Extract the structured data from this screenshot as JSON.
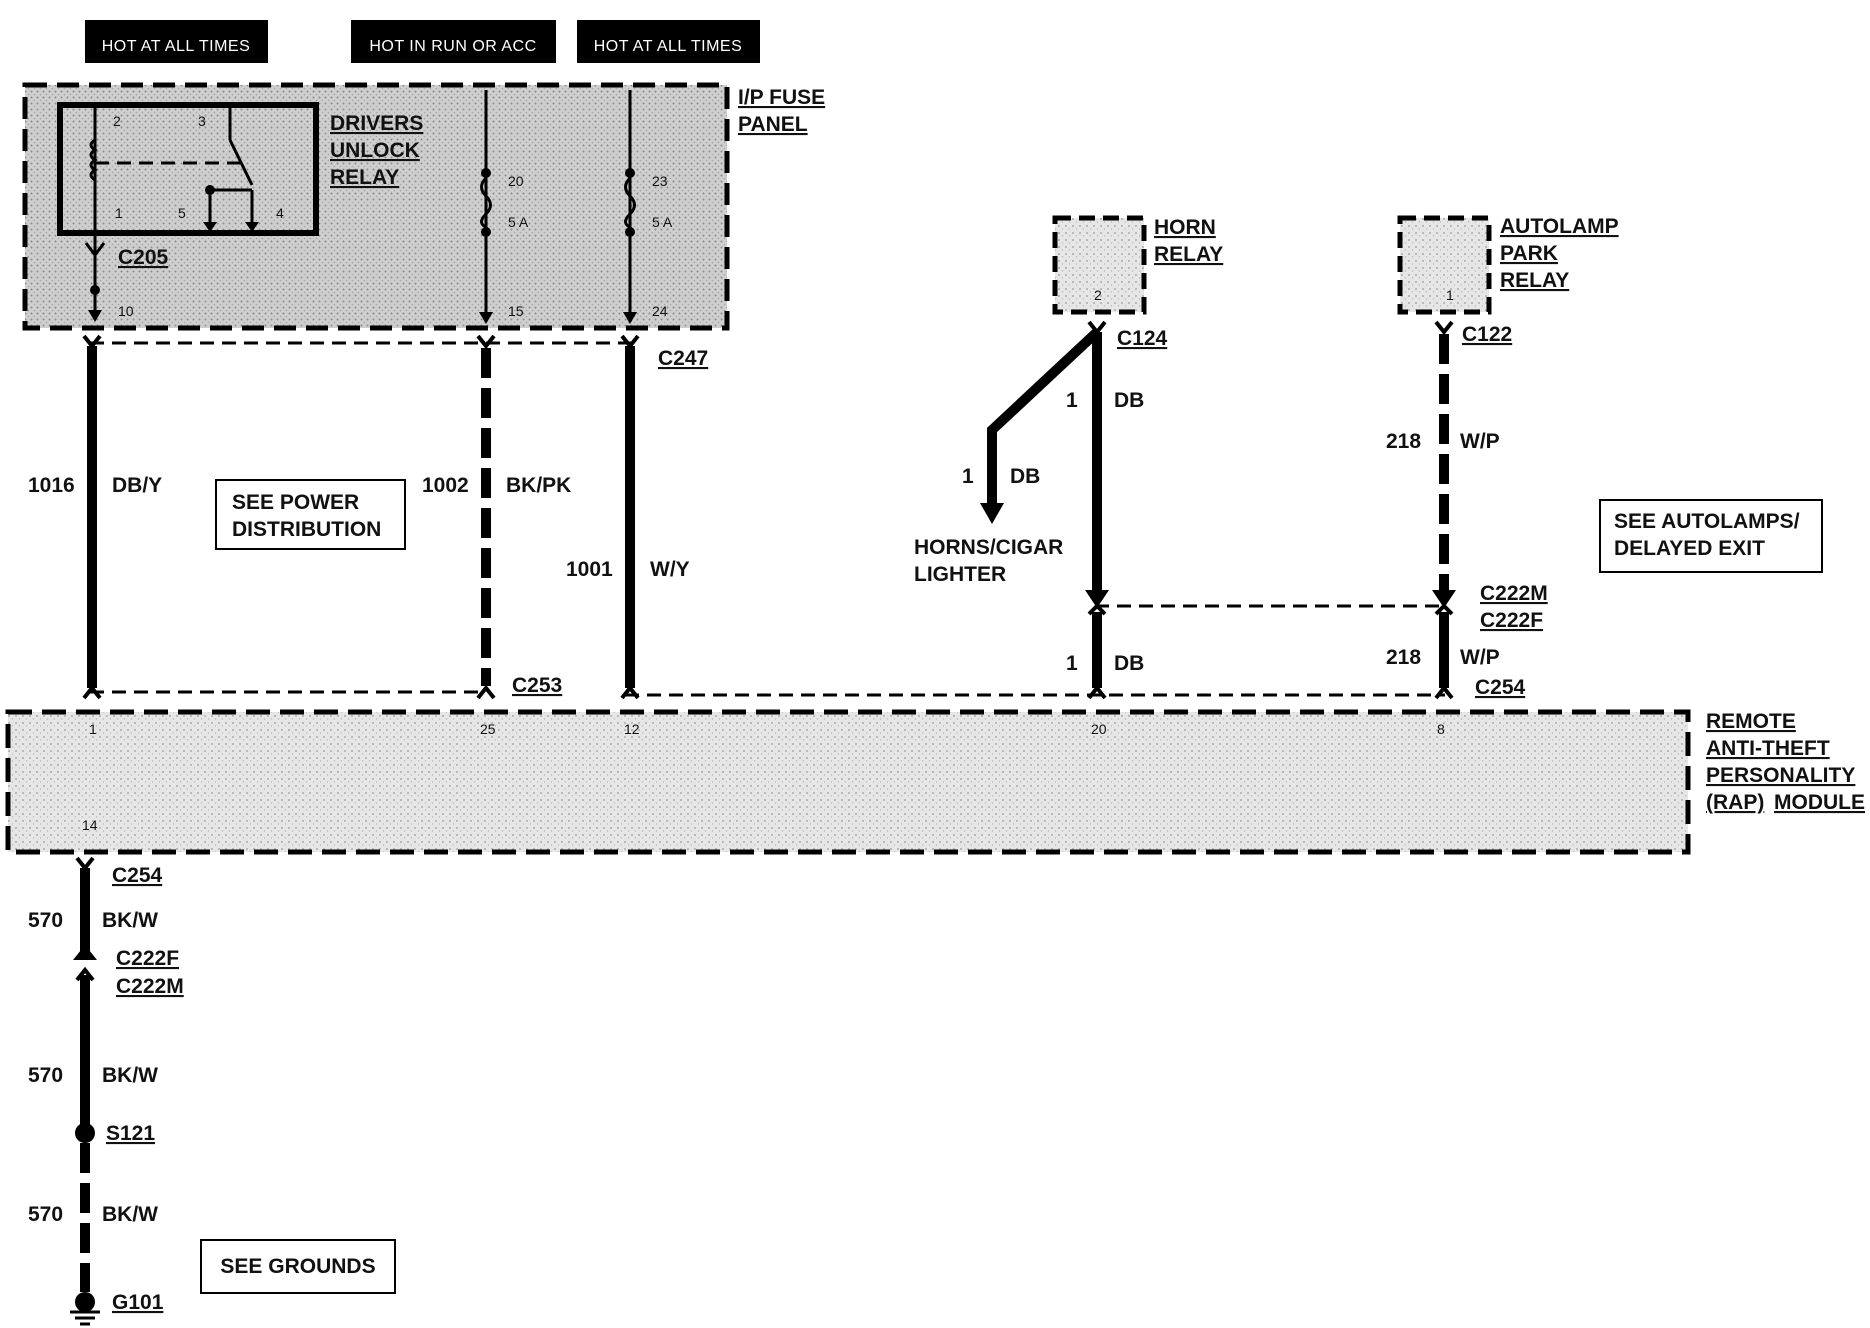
{
  "headers": {
    "hot_at_all_times_1": "HOT AT ALL TIMES",
    "hot_in_run_or_acc": "HOT IN RUN OR ACC",
    "hot_at_all_times_2": "HOT AT ALL TIMES"
  },
  "fuse_panel": {
    "label_line1": "I/P FUSE",
    "label_line2": "PANEL",
    "relay_line1": "DRIVERS",
    "relay_line2": "UNLOCK",
    "relay_line3": "RELAY",
    "relay_pins": {
      "p2": "2",
      "p3": "3",
      "p1": "1",
      "p5": "5",
      "p4": "4"
    },
    "connector": "C205",
    "out_pin_relay": "10",
    "fuse1": {
      "number": "20",
      "rating": "5 A",
      "out_pin": "15"
    },
    "fuse2": {
      "number": "23",
      "rating": "5 A",
      "out_pin": "24"
    }
  },
  "horn_relay": {
    "line1": "HORN",
    "line2": "RELAY",
    "pin": "2",
    "connector": "C124"
  },
  "autolamp_relay": {
    "line1": "AUTOLAMP",
    "line2": "PARK",
    "line3": "RELAY",
    "pin": "1",
    "connector": "C122"
  },
  "wires": {
    "w1016": {
      "circuit": "1016",
      "color": "DB/Y"
    },
    "w1002": {
      "circuit": "1002",
      "color": "BK/PK"
    },
    "w1001": {
      "circuit": "1001",
      "color": "W/Y"
    },
    "horn_branch": {
      "circuit": "1",
      "color": "DB"
    },
    "horn_main": {
      "circuit": "1",
      "color": "DB"
    },
    "horn_lower": {
      "circuit": "1",
      "color": "DB"
    },
    "autolamp_upper": {
      "circuit": "218",
      "color": "W/P"
    },
    "autolamp_lower": {
      "circuit": "218",
      "color": "W/P"
    },
    "ground_1": {
      "circuit": "570",
      "color": "BK/W"
    },
    "ground_2": {
      "circuit": "570",
      "color": "BK/W"
    },
    "ground_3": {
      "circuit": "570",
      "color": "BK/W"
    }
  },
  "connectors": {
    "c247": "C247",
    "c253": "C253",
    "c222m_top": "C222M",
    "c222f_top": "C222F",
    "c254_top": "C254",
    "c254_bottom": "C254",
    "c222f_bottom": "C222F",
    "c222m_bottom": "C222M",
    "s121": "S121",
    "g101": "G101"
  },
  "notes": {
    "power_line1": "SEE POWER",
    "power_line2": "DISTRIBUTION",
    "autolamps_line1": "SEE AUTOLAMPS/",
    "autolamps_line2": "DELAYED EXIT",
    "grounds": "SEE GROUNDS"
  },
  "horns_dest": {
    "line1": "HORNS/CIGAR",
    "line2": "LIGHTER"
  },
  "rap_module": {
    "line1": "REMOTE",
    "line2": "ANTI-THEFT",
    "line3": "PERSONALITY",
    "line4_a": "(RAP)",
    "line4_b": "MODULE",
    "pins": {
      "p1": "1",
      "p25": "25",
      "p12": "12",
      "p20": "20",
      "p8": "8",
      "p14": "14"
    }
  }
}
